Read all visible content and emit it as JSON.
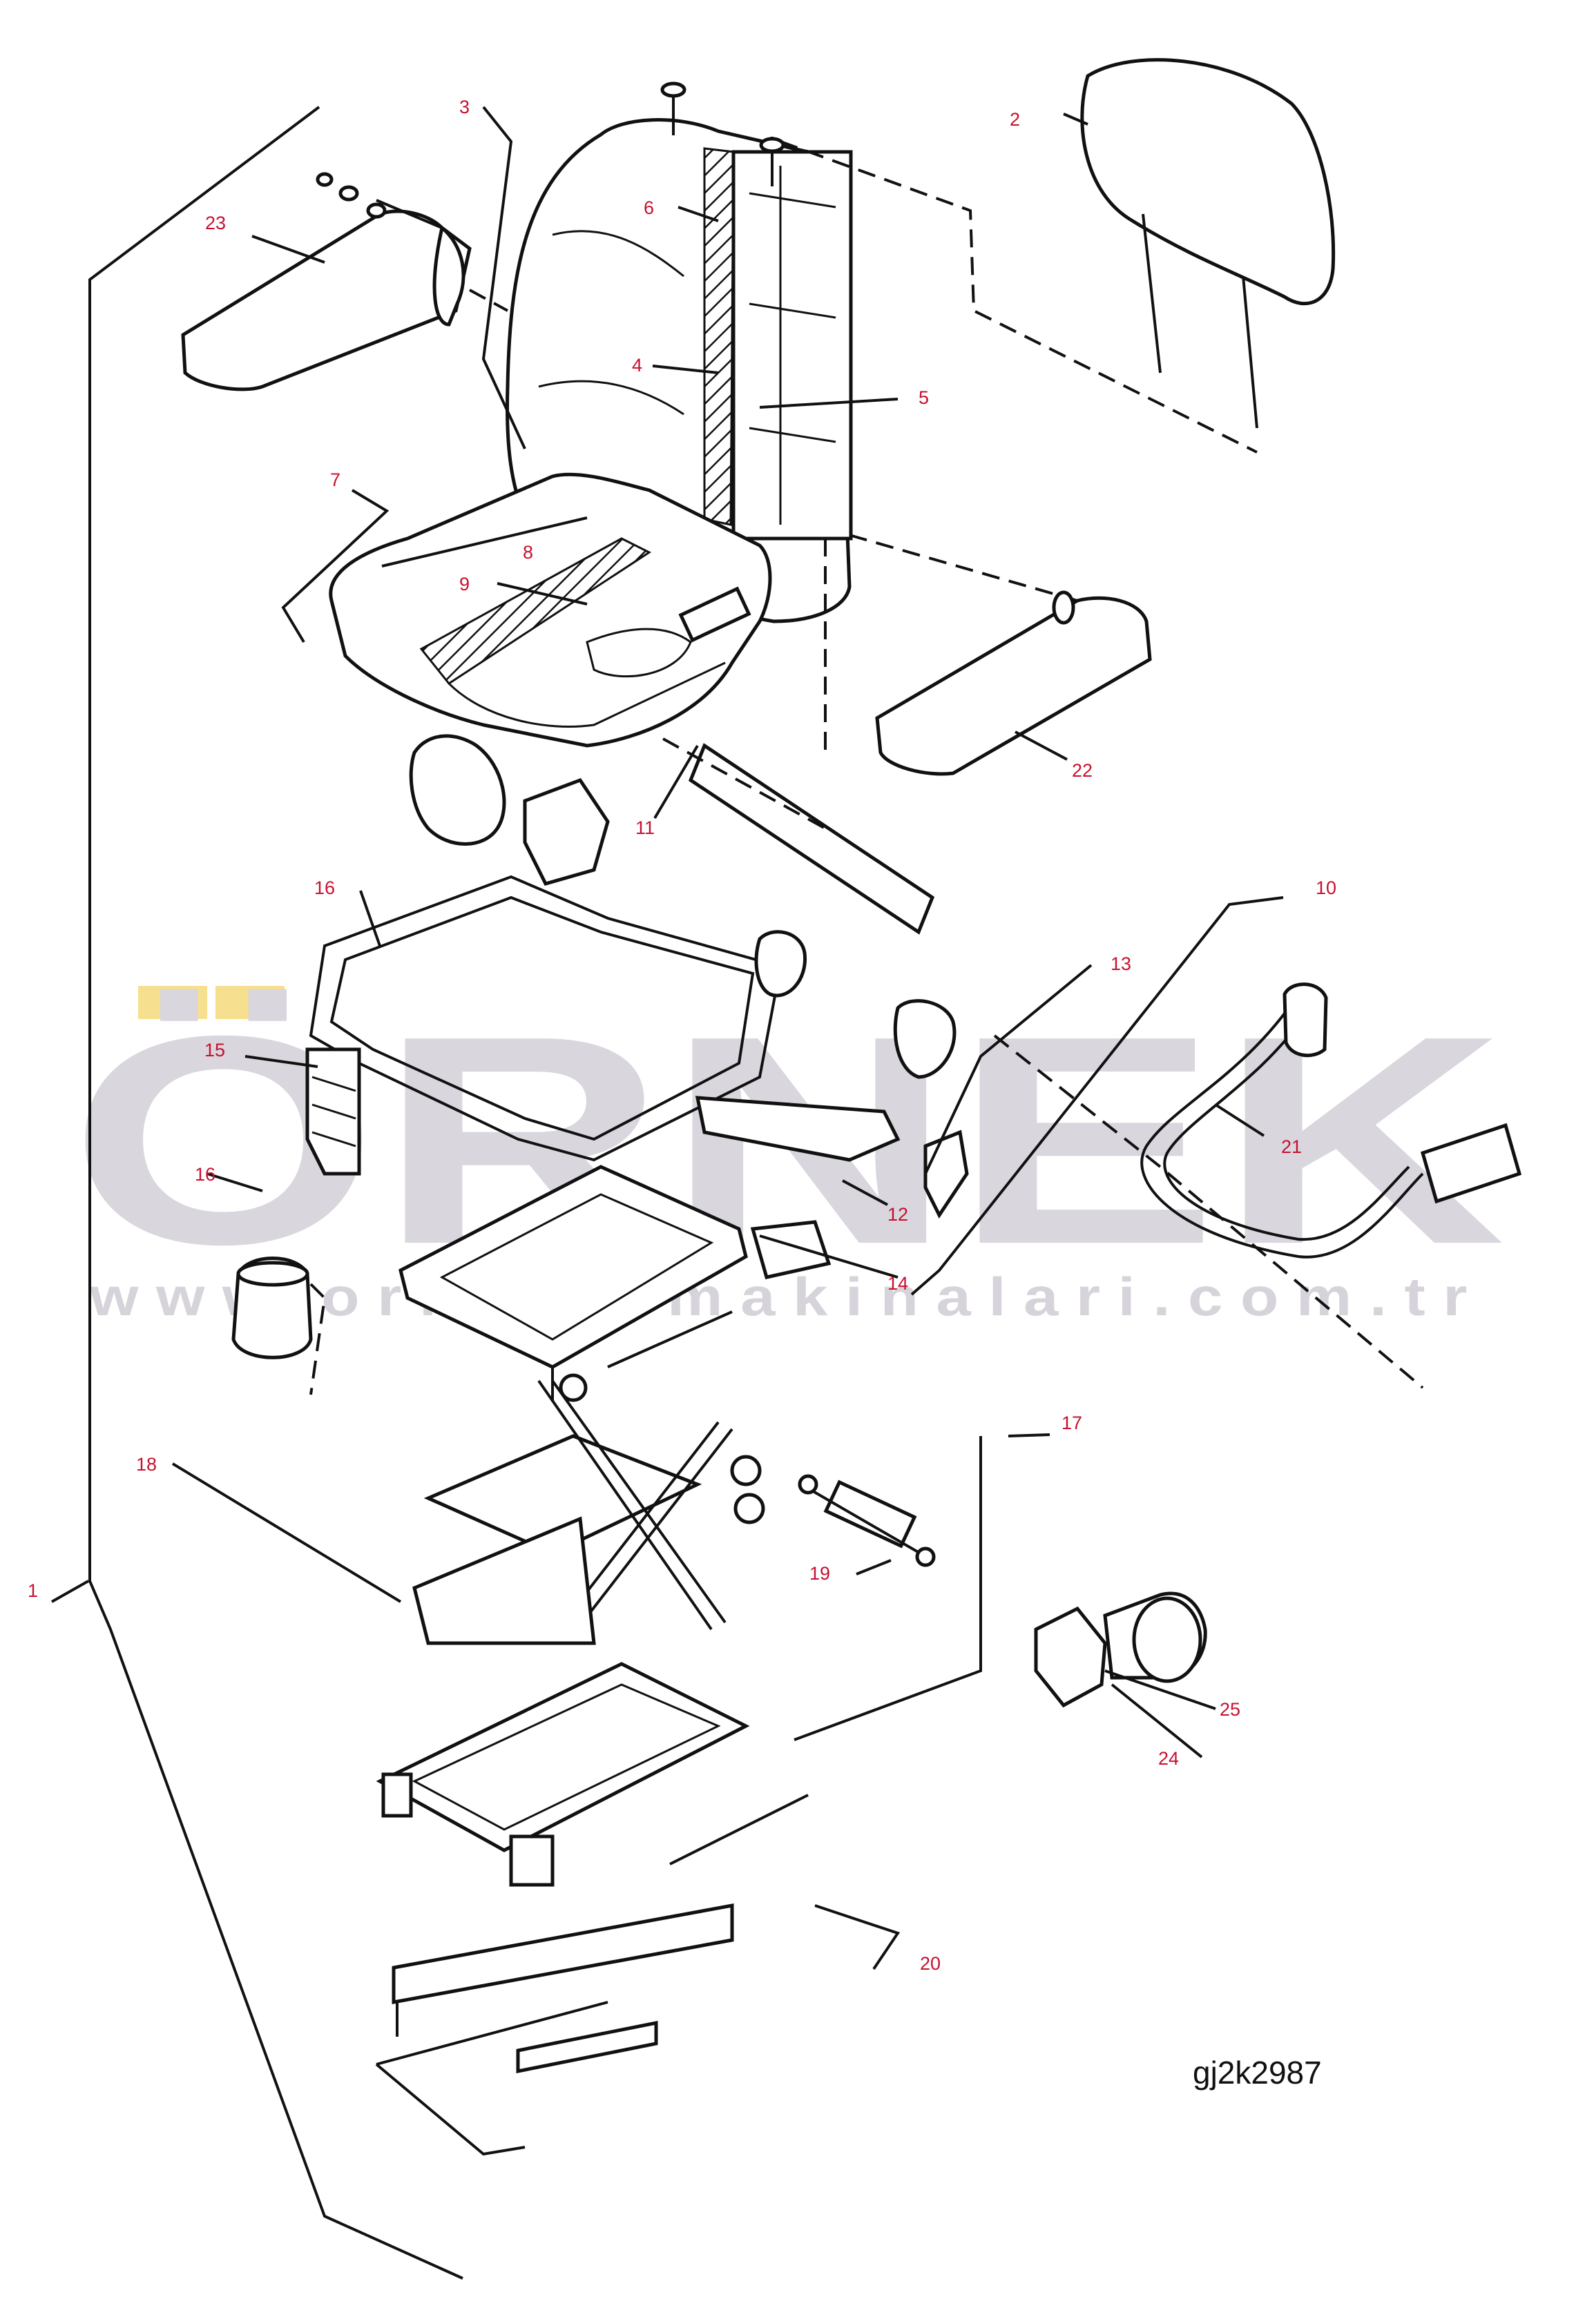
{
  "diagram": {
    "reference_code": "gj2k2987",
    "callouts": [
      "1",
      "2",
      "3",
      "4",
      "5",
      "6",
      "7",
      "8",
      "9",
      "10",
      "11",
      "12",
      "13",
      "14",
      "15",
      "16",
      "16",
      "17",
      "18",
      "19",
      "20",
      "21",
      "22",
      "23",
      "24",
      "25"
    ]
  },
  "watermark": {
    "brand": "ÖRNEK",
    "url": "www.ornekismakinalari.com.tr"
  },
  "colors": {
    "callout_text": "#c8102e",
    "line": "#111111",
    "watermark": "#d9d6dd",
    "watermark_accent": "#f6df8e"
  }
}
